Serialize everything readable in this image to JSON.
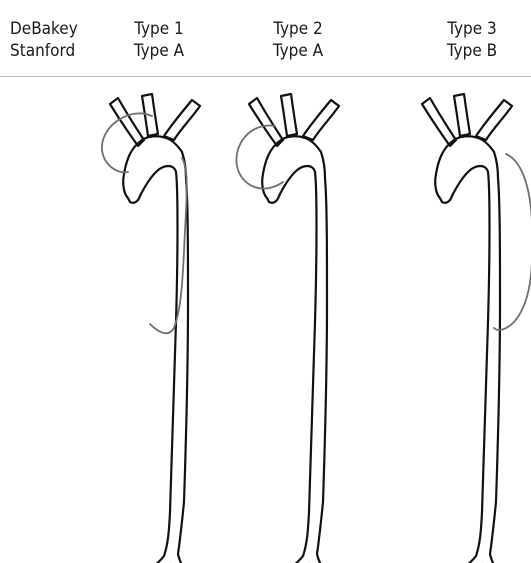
{
  "header": {
    "row_labels": {
      "line1": "DeBakey",
      "line2": "Stanford"
    },
    "columns": [
      {
        "debakey": "Type 1",
        "stanford": "Type A"
      },
      {
        "debakey": "Type 2",
        "stanford": "Type A"
      },
      {
        "debakey": "Type 3",
        "stanford": "Type B"
      }
    ]
  },
  "colors": {
    "aorta_outline": "#111111",
    "dissection_outline": "#6f6f6f",
    "divider": "#bfbfbf"
  }
}
